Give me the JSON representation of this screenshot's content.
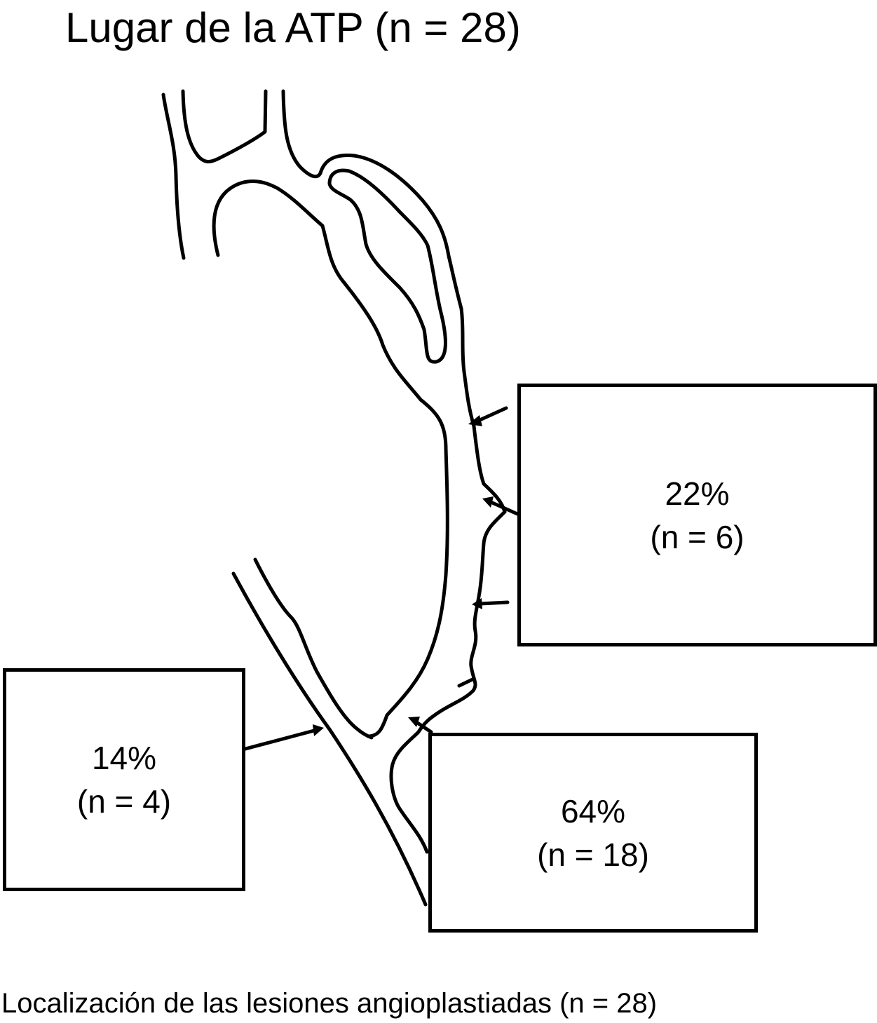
{
  "title": "Lugar de la ATP (n = 28)",
  "caption": "Localización de las lesiones angioplastiadas (n = 28)",
  "boxes": {
    "right_upper": {
      "percent": "22%",
      "count": "(n = 6)"
    },
    "left": {
      "percent": "14%",
      "count": "(n = 4)"
    },
    "right_lower": {
      "percent": "64%",
      "count": "(n = 18)"
    }
  },
  "colors": {
    "ink": "#000000",
    "background": "#ffffff"
  }
}
